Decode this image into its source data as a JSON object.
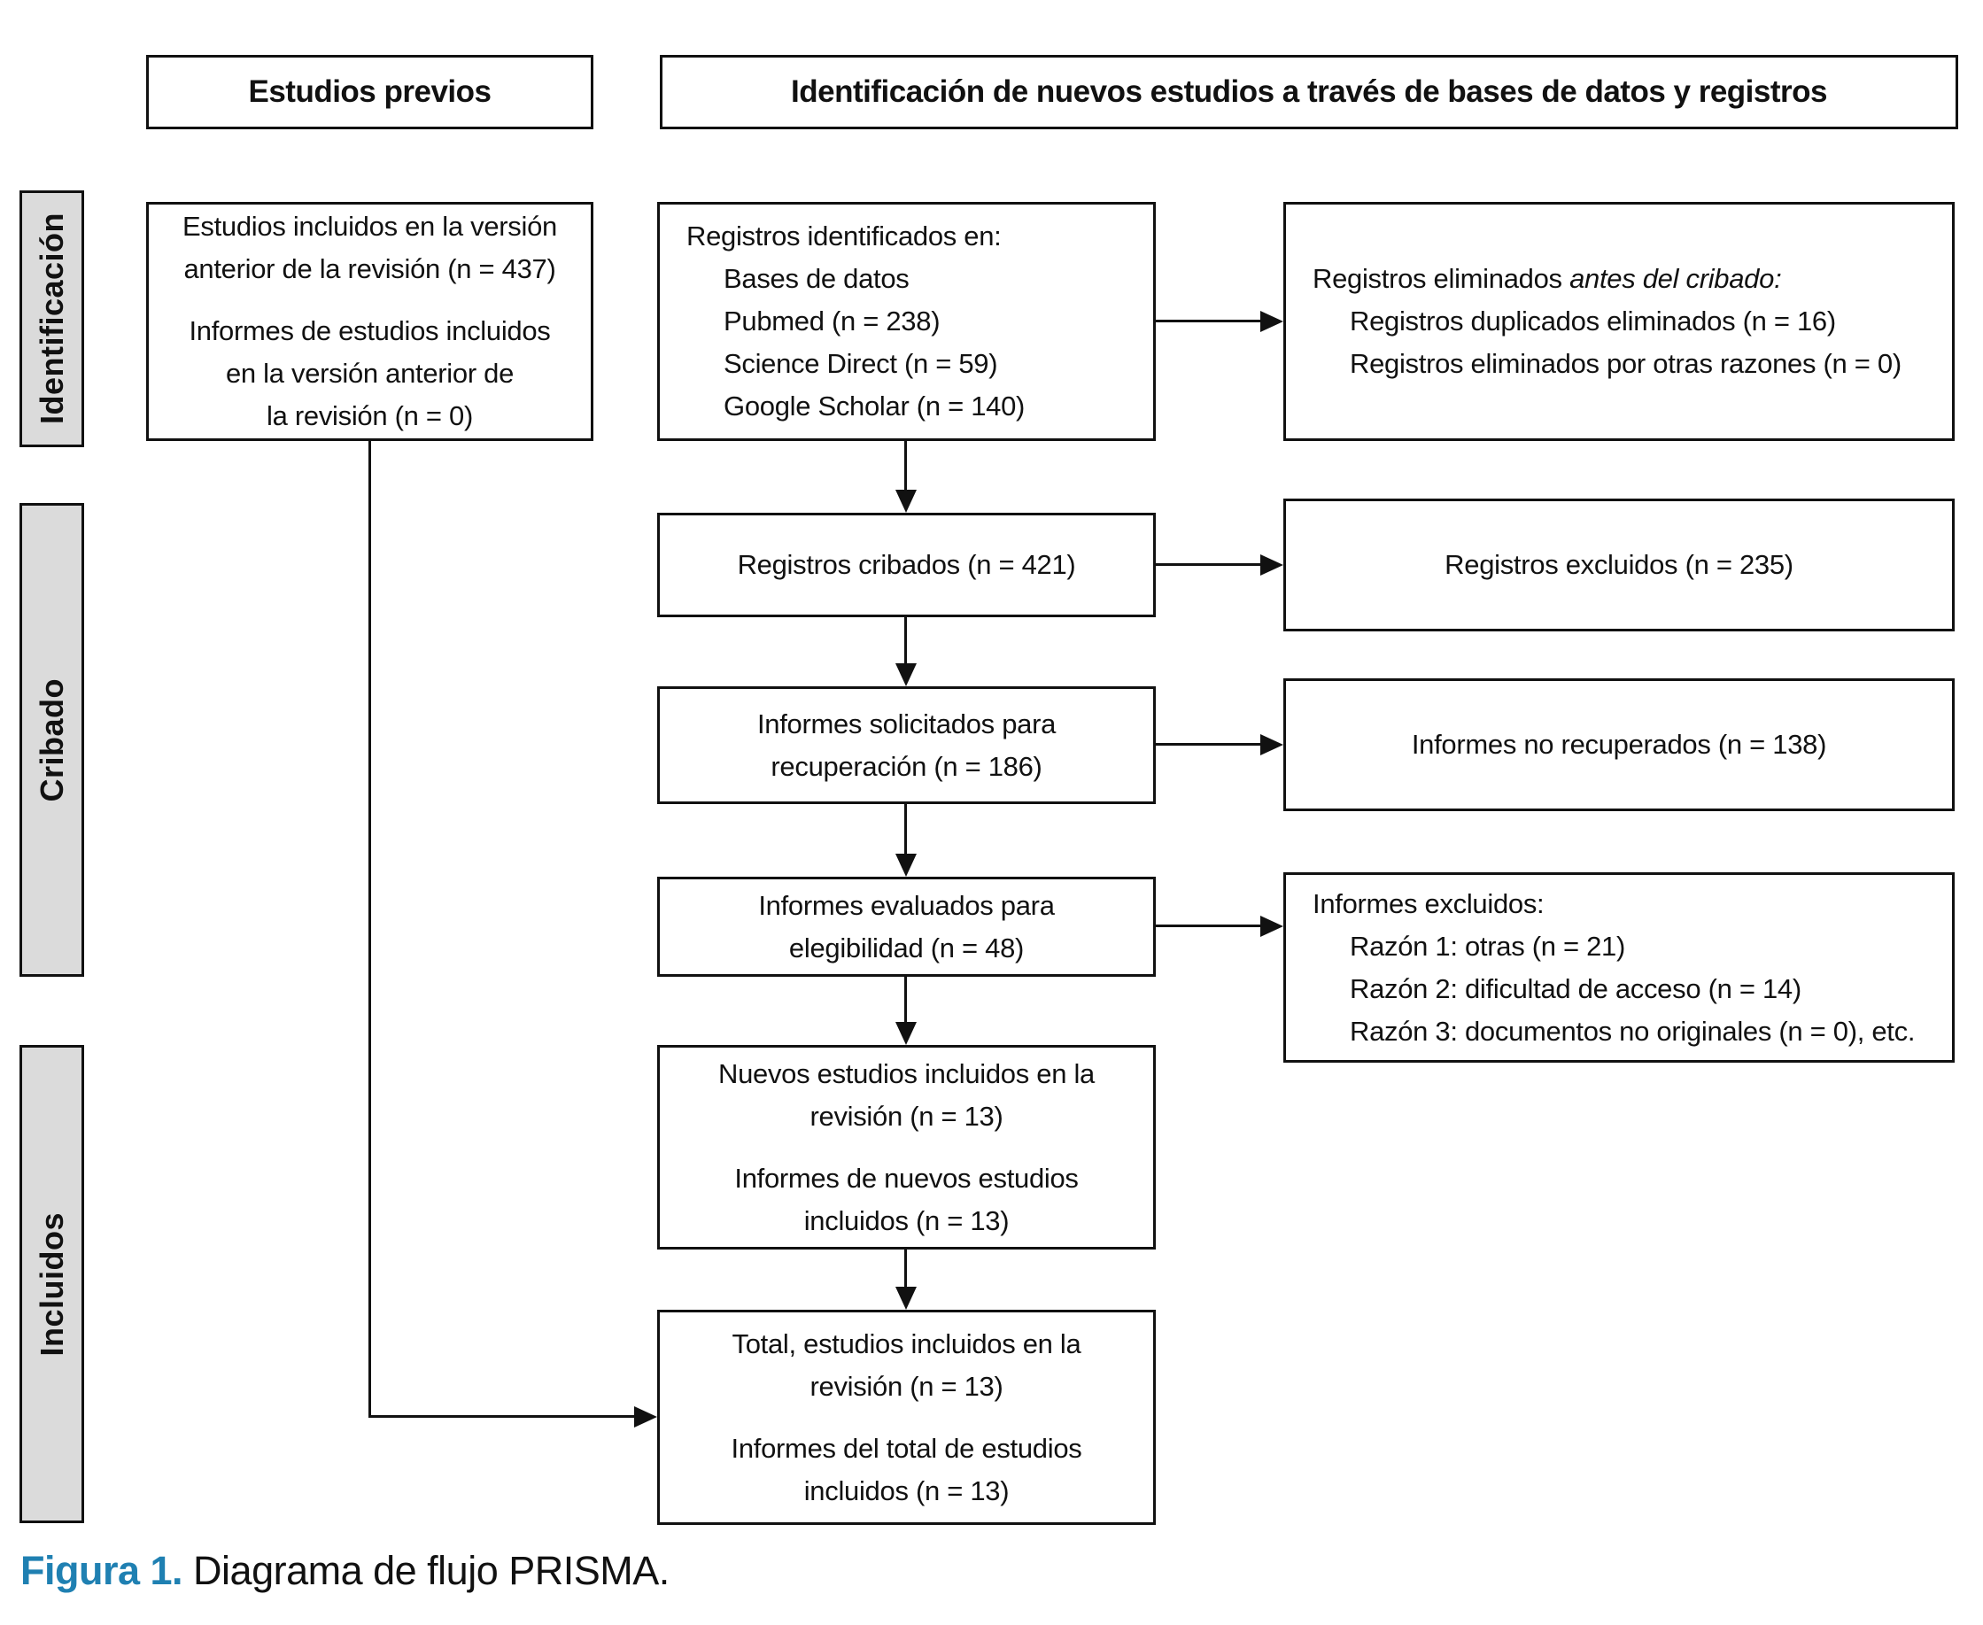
{
  "headers": {
    "previous": "Estudios previos",
    "identification": "Identificación de nuevos estudios a través de bases de datos y registros"
  },
  "sidebar": {
    "identification": "Identificación",
    "screening": "Cribado",
    "included": "Incluidos"
  },
  "boxes": {
    "previous_studies": {
      "para1": [
        "Estudios incluidos en la versión",
        "anterior de la revisión (n = 437)"
      ],
      "para2": [
        "Informes de estudios incluidos",
        "en la versión anterior de",
        "la revisión (n = 0)"
      ]
    },
    "records_identified": {
      "title": "Registros identificados en:",
      "items": [
        "Bases de datos",
        "Pubmed (n = 238)",
        "Science Direct (n = 59)",
        "Google Scholar (n = 140)"
      ]
    },
    "records_removed": {
      "title_regular": "Registros eliminados ",
      "title_italic": "antes del cribado:",
      "items": [
        "Registros duplicados eliminados (n = 16)",
        "Registros eliminados por otras razones (n = 0)"
      ]
    },
    "records_screened": {
      "line": "Registros cribados (n = 421)"
    },
    "records_excluded": {
      "line": "Registros excluidos (n = 235)"
    },
    "reports_sought": {
      "lines": [
        "Informes solicitados para",
        "recuperación (n = 186)"
      ]
    },
    "reports_not_retrieved": {
      "line": "Informes no recuperados (n = 138)"
    },
    "reports_assessed": {
      "lines": [
        "Informes evaluados para",
        "elegibilidad (n = 48)"
      ]
    },
    "reports_excluded": {
      "title": "Informes excluidos:",
      "items": [
        "Razón 1: otras (n = 21)",
        "Razón 2: dificultad de acceso (n = 14)",
        "Razón 3: documentos no originales (n = 0), etc."
      ]
    },
    "new_studies": {
      "para1": [
        "Nuevos estudios incluidos en la",
        "revisión (n = 13)"
      ],
      "para2": [
        "Informes de nuevos estudios",
        "incluidos (n = 13)"
      ]
    },
    "total_studies": {
      "para1": [
        "Total, estudios incluidos en la",
        "revisión (n = 13)"
      ],
      "para2": [
        "Informes del total de estudios",
        "incluidos (n = 13)"
      ]
    }
  },
  "caption": {
    "label": "Figura 1.",
    "text": " Diagrama de flujo PRISMA."
  },
  "colors": {
    "caption_label": "#1F80B2",
    "sidebar_fill": "#DBDBDB",
    "line": "#111111"
  }
}
